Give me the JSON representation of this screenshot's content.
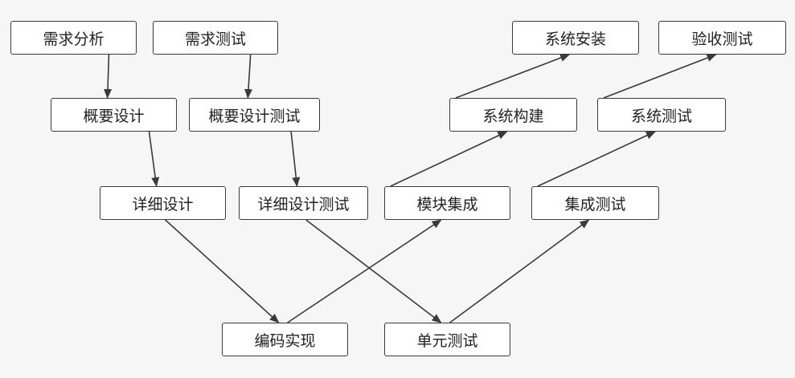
{
  "colors": {
    "background": "#f6f6f6",
    "node_fill": "#ffffff",
    "stroke": "#3a3a3a",
    "text": "#222222"
  },
  "nodes": {
    "req_analysis": "需求分析",
    "req_test": "需求测试",
    "hld": "概要设计",
    "hld_test": "概要设计测试",
    "dd": "详细设计",
    "dd_test": "详细设计测试",
    "coding": "编码实现",
    "unit_test": "单元测试",
    "mod_integ": "模块集成",
    "integ_test": "集成测试",
    "sys_build": "系统构建",
    "sys_test": "系统测试",
    "sys_install": "系统安装",
    "accept_test": "验收测试"
  },
  "edges": [
    {
      "from": "req_analysis",
      "to": "hld"
    },
    {
      "from": "req_test",
      "to": "hld_test"
    },
    {
      "from": "hld",
      "to": "dd"
    },
    {
      "from": "hld_test",
      "to": "dd_test"
    },
    {
      "from": "dd",
      "to": "coding"
    },
    {
      "from": "dd_test",
      "to": "unit_test"
    },
    {
      "from": "coding",
      "to": "mod_integ"
    },
    {
      "from": "unit_test",
      "to": "integ_test"
    },
    {
      "from": "mod_integ",
      "to": "sys_build"
    },
    {
      "from": "integ_test",
      "to": "sys_test"
    },
    {
      "from": "sys_build",
      "to": "sys_install"
    },
    {
      "from": "sys_test",
      "to": "accept_test"
    }
  ]
}
